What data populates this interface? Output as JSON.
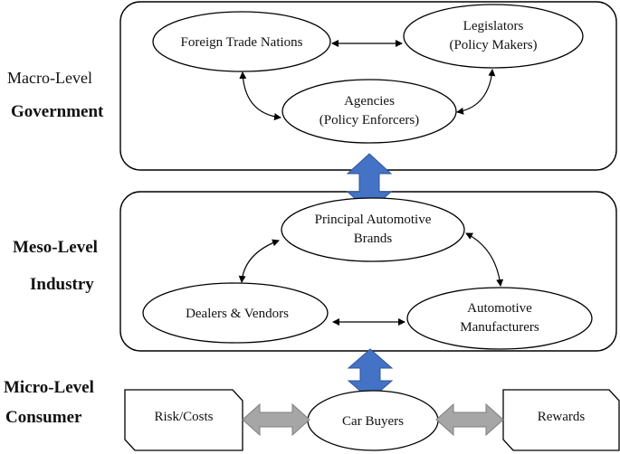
{
  "levels": {
    "macro": {
      "line1": "Macro-Level",
      "line2": "Government"
    },
    "meso": {
      "line1": "Meso-Level",
      "line2": "Industry"
    },
    "micro": {
      "line1": "Micro-Level",
      "line2": "Consumer"
    }
  },
  "nodes": {
    "foreign_trade": "Foreign Trade Nations",
    "legislators_1": "Legislators",
    "legislators_2": "(Policy Makers)",
    "agencies_1": "Agencies",
    "agencies_2": "(Policy Enforcers)",
    "brands_1": "Principal Automotive",
    "brands_2": "Brands",
    "dealers": "Dealers & Vendors",
    "manufacturers_1": "Automotive",
    "manufacturers_2": "Manufacturers",
    "car_buyers": "Car Buyers",
    "risk_costs": "Risk/Costs",
    "rewards": "Rewards"
  },
  "colors": {
    "blue_arrow": "#4472C4",
    "blue_arrow_stroke": "#2F5597",
    "gray_arrow": "#A6A6A6",
    "gray_arrow_stroke": "#7F7F7F"
  }
}
